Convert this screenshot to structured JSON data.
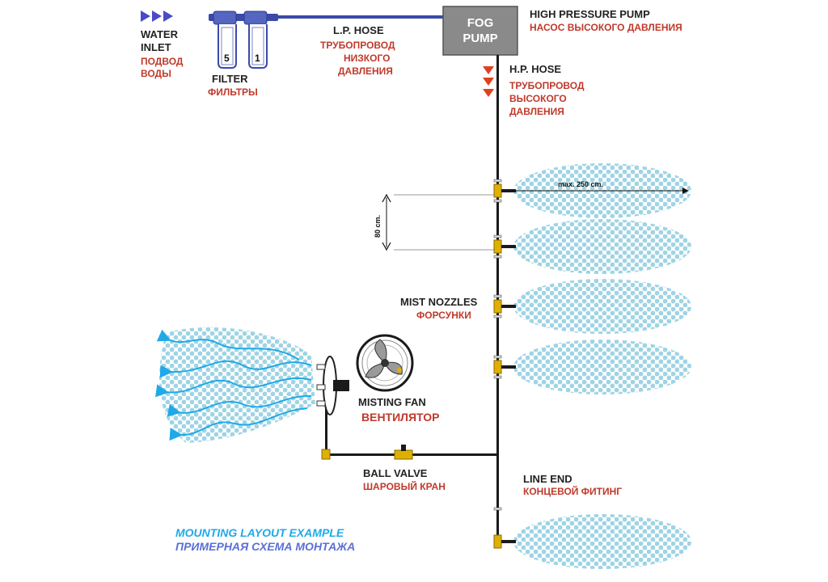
{
  "labels": {
    "water_inlet_en_1": "WATER",
    "water_inlet_en_2": "INLET",
    "water_inlet_ru_1": "ПОДВОД",
    "water_inlet_ru_2": "ВОДЫ",
    "filter_en": "FILTER",
    "filter_ru": "ФИЛЬТРЫ",
    "filter_num_left": "5",
    "filter_num_right": "1",
    "lp_hose_en": "L.P. HOSE",
    "lp_hose_ru_1": "ТРУБОПРОВОД",
    "lp_hose_ru_2": "НИЗКОГО",
    "lp_hose_ru_3": "ДАВЛЕНИЯ",
    "pump_1": "FOG",
    "pump_2": "PUMP",
    "hp_pump_en": "HIGH PRESSURE PUMP",
    "hp_pump_ru": "НАСОС ВЫСОКОГО ДАВЛЕНИЯ",
    "hp_hose_en": "H.P. HOSE",
    "hp_hose_ru_1": "ТРУБОПРОВОД",
    "hp_hose_ru_2": "ВЫСОКОГО",
    "hp_hose_ru_3": "ДАВЛЕНИЯ",
    "max_range": "max. 250 cm.",
    "spacing": "80 cm.",
    "mist_nozzles_en": "MIST NOZZLES",
    "mist_nozzles_ru": "ФОРСУНКИ",
    "misting_fan_en": "MISTING FAN",
    "misting_fan_ru": "ВЕНТИЛЯТОР",
    "ball_valve_en": "BALL VALVE",
    "ball_valve_ru": "ШАРОВЫЙ КРАН",
    "line_end_en": "LINE END",
    "line_end_ru": "КОНЦЕВОЙ ФИТИНГ",
    "caption_en": "MOUNTING LAYOUT EXAMPLE",
    "caption_ru": "ПРИМЕРНАЯ СХЕМА МОНТАЖА"
  },
  "colors": {
    "english_text": "#222222",
    "russian_text": "#c0392b",
    "caption_en": "#1fa9e8",
    "caption_ru": "#5a6fd6",
    "lp_hose": "#3a4aa8",
    "hp_line": "#1a1a1a",
    "mist_dots": "#9fd4e4",
    "airflow": "#1fa9e8",
    "fitting": "#e0b000",
    "pump": "#8a8a8a",
    "arrow_down": "#e04020",
    "arrow_inlet": "#4a4ac8"
  }
}
